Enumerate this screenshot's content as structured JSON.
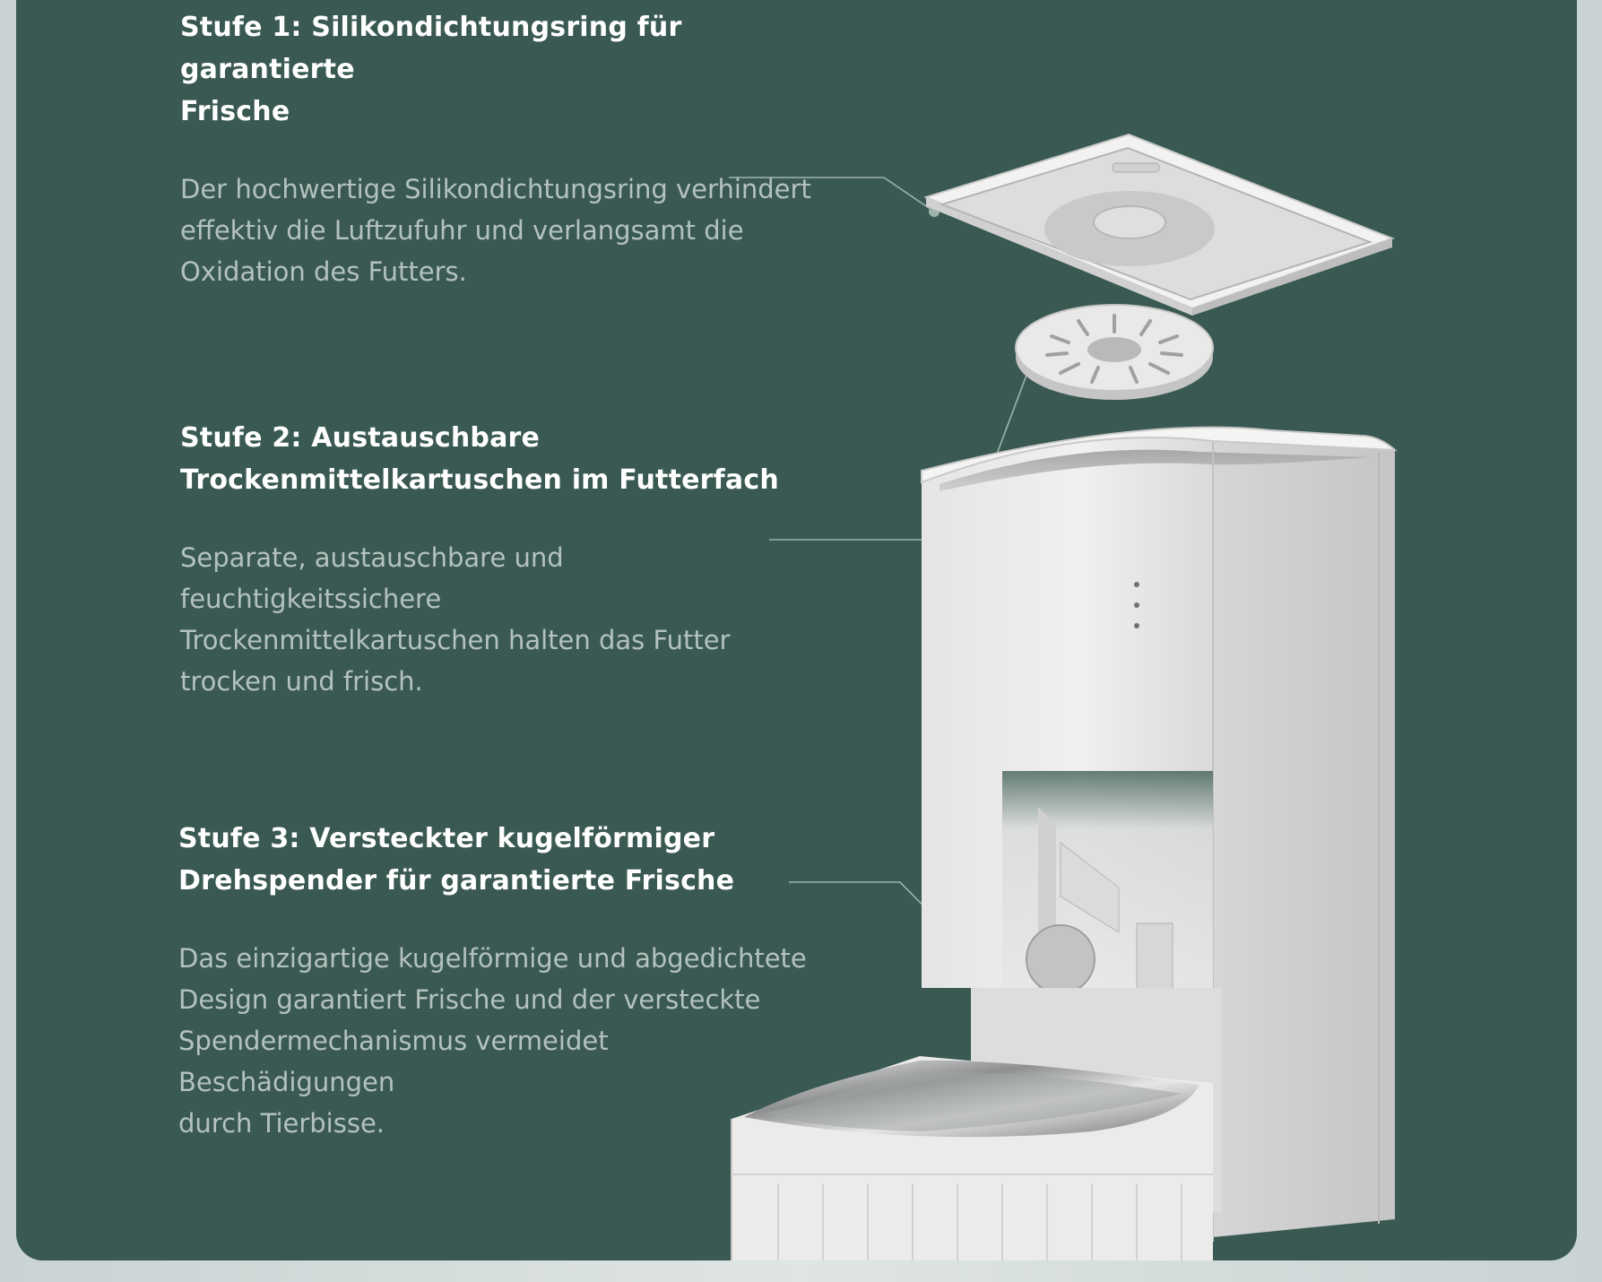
{
  "features": [
    {
      "title_line1": "Stufe 1: Silikondichtungsring für garantierte",
      "title_line2": "Frische",
      "desc_line1": "Der hochwertige Silikondichtungsring verhindert",
      "desc_line2": "effektiv die Luftzufuhr und verlangsamt die",
      "desc_line3": "Oxidation des Futters."
    },
    {
      "title_line1": "Stufe 2: Austauschbare",
      "title_line2": "Trockenmittelkartuschen im Futterfach",
      "desc_line1": "Separate, austauschbare und feuchtigkeitssichere",
      "desc_line2": "Trockenmittelkartuschen halten das Futter",
      "desc_line3": "trocken und frisch."
    },
    {
      "title_line1": "Stufe 3: Versteckter kugelförmiger",
      "title_line2": "Drehspender für garantierte Frische",
      "desc_line1": "Das einzigartige kugelförmige und abgedichtete",
      "desc_line2": "Design garantiert Frische und der versteckte",
      "desc_line3": "Spendermechanismus vermeidet Beschädigungen",
      "desc_line4": "durch Tierbisse."
    }
  ],
  "colors": {
    "panel_bg": "#3a5952",
    "heading": "#ffffff",
    "body_text": "#b4c2be",
    "callout_line": "#9fb3ad"
  }
}
